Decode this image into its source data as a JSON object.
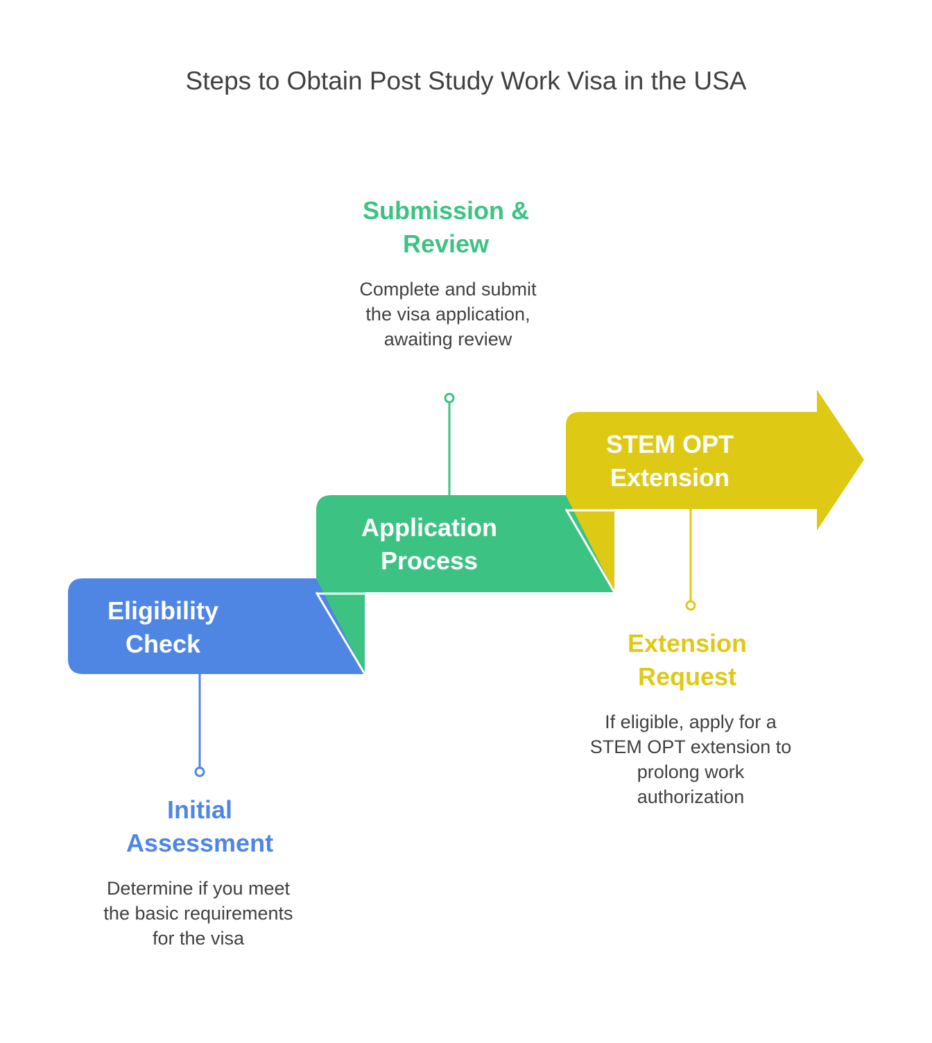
{
  "title": "Steps to Obtain Post Study Work Visa in the USA",
  "colors": {
    "blue": "#4f86e4",
    "green": "#3cc384",
    "yellow": "#dec915",
    "text": "#404040"
  },
  "steps": [
    {
      "label_line1": "Eligibility",
      "label_line2": "Check",
      "callout_title_line1": "Initial",
      "callout_title_line2": "Assessment",
      "callout_description": "Determine if you meet the basic requirements for the visa"
    },
    {
      "label_line1": "Application",
      "label_line2": "Process",
      "callout_title_line1": "Submission &",
      "callout_title_line2": "Review",
      "callout_description": "Complete and submit the visa application, awaiting review"
    },
    {
      "label_line1": "STEM OPT",
      "label_line2": "Extension",
      "callout_title_line1": "Extension",
      "callout_title_line2": "Request",
      "callout_description": "If eligible, apply for a STEM OPT extension to prolong work authorization"
    }
  ]
}
